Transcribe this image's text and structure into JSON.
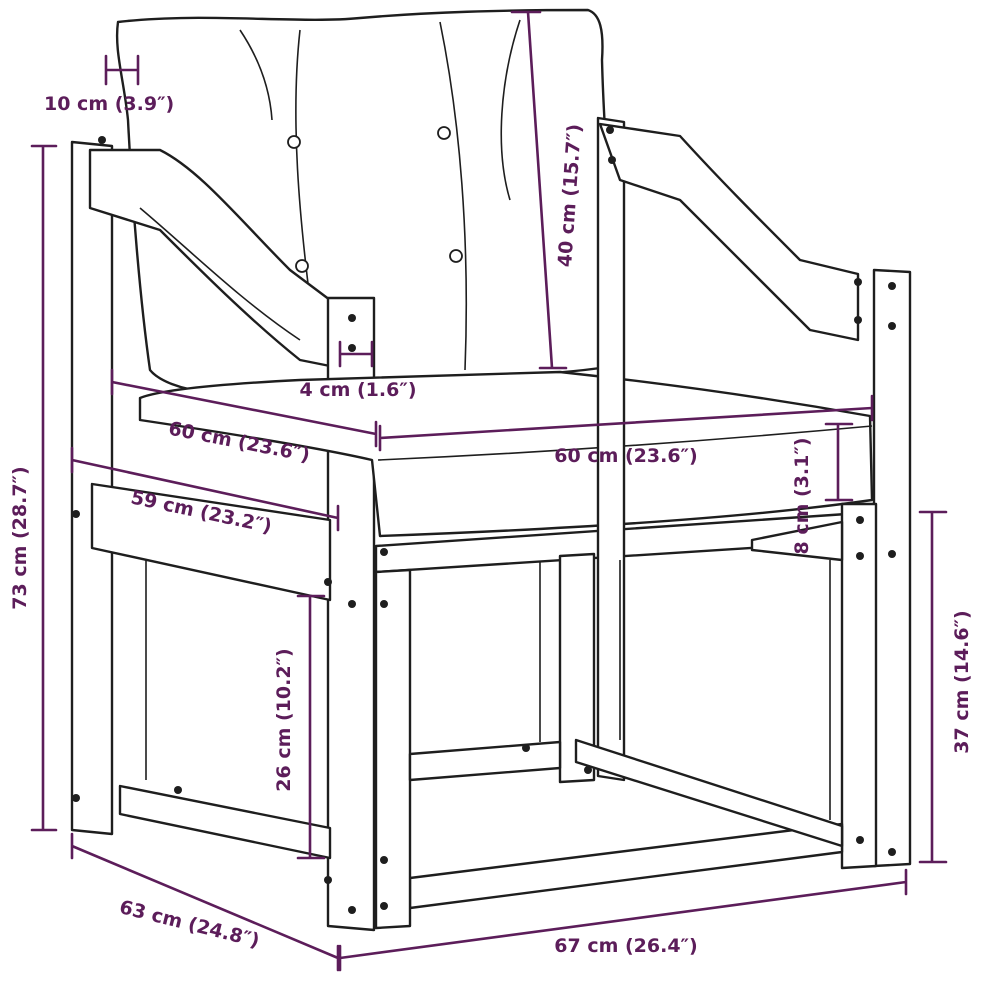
{
  "colors": {
    "dimension": "#5c1d5a",
    "line": "#1e1e1e",
    "background": "#ffffff"
  },
  "dimensions": {
    "cushion_thickness": "10 cm (3.9″)",
    "total_height": "73 cm (28.7″)",
    "backrest_height": "40 cm (15.7″)",
    "armrest_width": "4 cm (1.6″)",
    "seat_depth": "60 cm (23.6″)",
    "seat_width": "60 cm (23.6″)",
    "seat_cushion_height": "8 cm (3.1″)",
    "inner_depth": "59 cm (23.2″)",
    "shelf_height": "26 cm (10.2″)",
    "seat_height": "37 cm (14.6″)",
    "overall_depth": "63 cm (24.8″)",
    "overall_width": "67 cm (26.4″)"
  }
}
